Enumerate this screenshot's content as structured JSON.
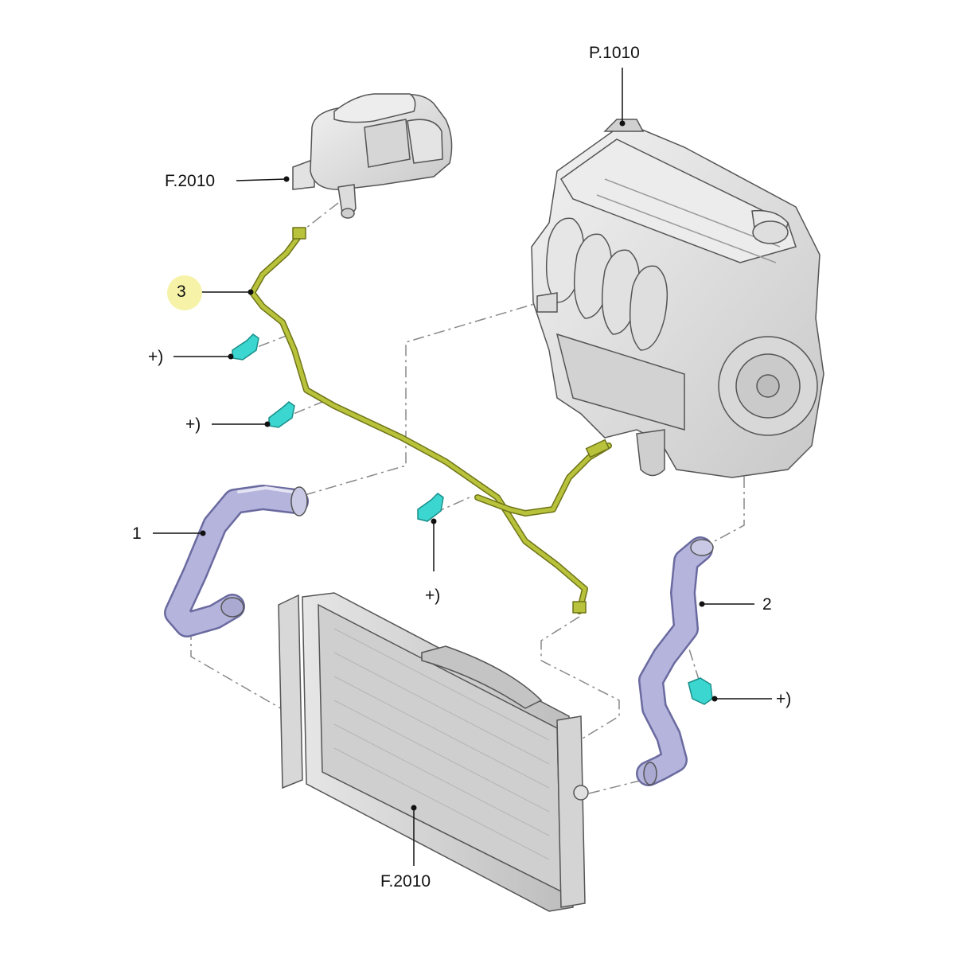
{
  "callouts": {
    "top_ref": "P.1010",
    "tank_ref": "F.2010",
    "radiator_ref": "F.2010",
    "item_1": "1",
    "item_2": "2",
    "item_3": "3",
    "clip_a": "+)",
    "clip_b": "+)",
    "clip_c": "+)",
    "clip_d": "+)"
  },
  "colors": {
    "hose": "#b4b4dc",
    "hose_dark": "#8c8cc0",
    "pipe": "#b8c23a",
    "clip": "#3cd6d0",
    "part_gray": "#dcdcdc",
    "outline": "#555555",
    "highlight": "#f6f3a8"
  }
}
